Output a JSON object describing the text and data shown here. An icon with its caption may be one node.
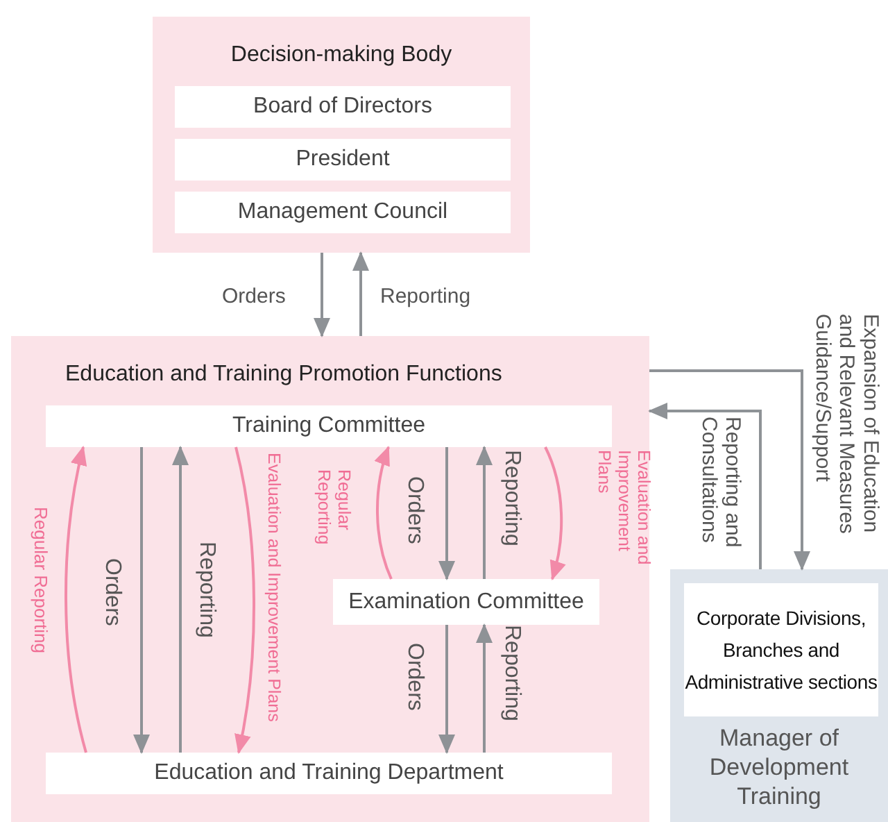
{
  "diagram": {
    "nodes": [
      {
        "text": [
          "Decision-making Body"
        ]
      },
      {
        "text": [
          "Board of Directors"
        ],
        "in": 0
      },
      {
        "text": [
          "President"
        ],
        "in": 0
      },
      {
        "text": [
          "Management Council"
        ],
        "in": 0
      },
      {
        "text": [
          "Education and Training Promotion Functions"
        ]
      },
      {
        "text": [
          "Training Committee"
        ],
        "in": 4
      },
      {
        "text": [
          "Examination Committee"
        ],
        "in": 4
      },
      {
        "text": [
          "Education and Training Department"
        ],
        "in": 4
      },
      {
        "text": [
          "Manager of Development Training"
        ]
      },
      {
        "text": [
          "Corporate Divisions, Branches and Administrative sections"
        ],
        "in": 8
      }
    ],
    "edges": [
      {
        "from": 0,
        "to": 4,
        "arrow": "to",
        "label": "Orders"
      },
      {
        "from": 4,
        "to": 0,
        "arrow": "to",
        "label": "Reporting"
      },
      {
        "from": 4,
        "to": 8,
        "arrow": "to",
        "label": "Expansion of Education and Relevant Measures Guidance/Support"
      },
      {
        "from": 8,
        "to": 4,
        "arrow": "to",
        "label": "Reporting and Consultations"
      },
      {
        "from": 5,
        "to": 7,
        "arrow": "to",
        "label": "Orders"
      },
      {
        "from": 7,
        "to": 5,
        "arrow": "to",
        "label": "Reporting"
      },
      {
        "from": 7,
        "to": 5,
        "arrow": "to",
        "label": "Regular Reporting",
        "color": "#f28aa8"
      },
      {
        "from": 5,
        "to": 7,
        "arrow": "to",
        "label": "Evaluation and Improvement Plans",
        "color": "#f28aa8"
      },
      {
        "from": 5,
        "to": 6,
        "arrow": "to",
        "label": "Orders"
      },
      {
        "from": 6,
        "to": 5,
        "arrow": "to",
        "label": "Reporting"
      },
      {
        "from": 6,
        "to": 5,
        "arrow": "to",
        "label": "Regular Reporting",
        "color": "#f28aa8"
      },
      {
        "from": 5,
        "to": 6,
        "arrow": "to",
        "label": "Evaluation and Improvement Plans",
        "color": "#f28aa8"
      },
      {
        "from": 6,
        "to": 7,
        "arrow": "to",
        "label": "Orders"
      },
      {
        "from": 7,
        "to": 6,
        "arrow": "to",
        "label": "Reporting"
      }
    ]
  }
}
